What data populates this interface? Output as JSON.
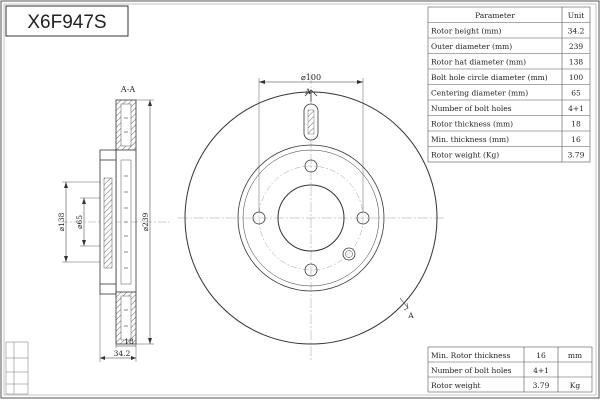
{
  "part_number": "X6F947S",
  "section_label": "A-A",
  "cut_marker": "A",
  "dimensions": {
    "bolt_circle": "⌀100",
    "hat_dia": "⌀138",
    "center_dia": "⌀65",
    "outer_dia": "⌀239",
    "height": "34.2",
    "thickness": "18"
  },
  "spec_table": {
    "header": [
      "Parameter",
      "Unit"
    ],
    "rows": [
      [
        "Rotor height (mm)",
        "34.2"
      ],
      [
        "Outer diameter (mm)",
        "239"
      ],
      [
        "Rotor hat diameter (mm)",
        "138"
      ],
      [
        "Bolt hole circle diameter (mm)",
        "100"
      ],
      [
        "Centering diameter (mm)",
        "65"
      ],
      [
        "Number of bolt holes",
        "4+1"
      ],
      [
        "Rotor thickness (mm)",
        "18"
      ],
      [
        "Min. thickness (mm)",
        "16"
      ],
      [
        "Rotor weight (Kg)",
        "3.79"
      ]
    ]
  },
  "summary_table": [
    [
      "Min. Rotor thickness",
      "16",
      "mm"
    ],
    [
      "Number of bolt holes",
      "4+1",
      ""
    ],
    [
      "Rotor weight",
      "3.79",
      "Kg"
    ]
  ]
}
